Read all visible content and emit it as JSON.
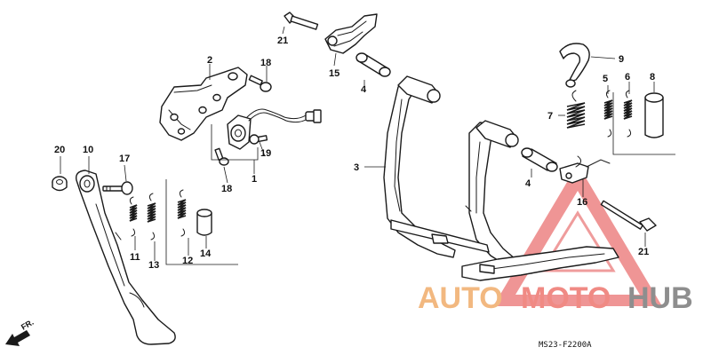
{
  "diagram": {
    "callouts": {
      "p1": "1",
      "p2": "2",
      "p3": "3",
      "p4a": "4",
      "p4b": "4",
      "p5": "5",
      "p6": "6",
      "p7": "7",
      "p8": "8",
      "p9": "9",
      "p10": "10",
      "p11": "11",
      "p12": "12",
      "p13": "13",
      "p14": "14",
      "p15": "15",
      "p16": "16",
      "p17": "17",
      "p18a": "18",
      "p18b": "18",
      "p19": "19",
      "p20": "20",
      "p21a": "21",
      "p21b": "21"
    },
    "diagram_code": "MS23-F2200A",
    "direction_label": "FR."
  },
  "watermark": {
    "part1": "AUTO",
    "part2": "MOTO",
    "part3": "HUB",
    "colors": {
      "auto": "#f2b880",
      "moto": "#f08a84",
      "hub": "#8e8e8e",
      "triangle": "#e55a5a"
    }
  }
}
